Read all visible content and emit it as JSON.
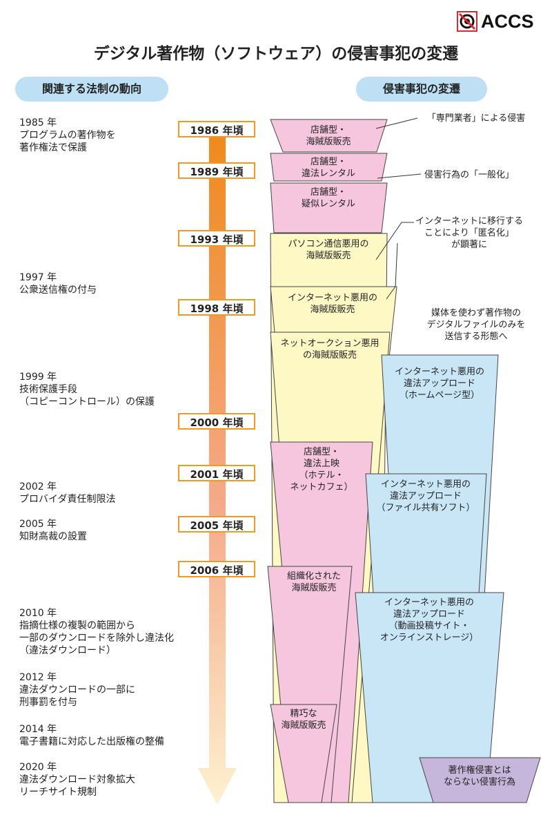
{
  "header": {
    "logo_text": "ACCS",
    "title": "デジタル著作物（ソフトウェア）の侵害事犯の変遷"
  },
  "columns": {
    "left_heading": "関連する法制の動向",
    "right_heading": "侵害事犯の変遷"
  },
  "laws": [
    {
      "year": "1985 年",
      "lines": [
        "プログラムの著作物を",
        "著作権法で保護"
      ]
    },
    {
      "year": "1997 年",
      "lines": [
        "公衆送信権の付与"
      ]
    },
    {
      "year": "1999 年",
      "lines": [
        "技術保護手段",
        "（コピーコントロール）の保護"
      ]
    },
    {
      "year": "2002 年",
      "lines": [
        "プロバイダ責任制限法"
      ]
    },
    {
      "year": "2005 年",
      "lines": [
        "知財高裁の設置"
      ]
    },
    {
      "year": "2010 年",
      "lines": [
        "指摘仕様の複製の範囲から",
        "一部のダウンロードを除外し違法化",
        "（違法ダウンロード）"
      ]
    },
    {
      "year": "2012 年",
      "lines": [
        "違法ダウンロードの一部に",
        "刑事罰を付与"
      ]
    },
    {
      "year": "2014 年",
      "lines": [
        "電子書籍に対応した出版権の整備"
      ]
    },
    {
      "year": "2020 年",
      "lines": [
        "違法ダウンロード対象拡大",
        "リーチサイト規制"
      ]
    }
  ],
  "timeline_years": [
    "1986 年頃",
    "1989 年頃",
    "1993 年頃",
    "1998 年頃",
    "2000 年頃",
    "2001 年頃",
    "2005 年頃",
    "2006 年頃"
  ],
  "infringements": [
    {
      "lines": [
        "店舗型・",
        "海賊版販売"
      ],
      "color": "#f5c6dd"
    },
    {
      "lines": [
        "店舗型・",
        "違法レンタル"
      ],
      "color": "#f5c6dd"
    },
    {
      "lines": [
        "店舗型・",
        "疑似レンタル"
      ],
      "color": "#f5c6dd"
    },
    {
      "lines": [
        "パソコン通信悪用の",
        "海賊版販売"
      ],
      "color": "#fdf8c4"
    },
    {
      "lines": [
        "インターネット悪用の",
        "海賊版販売"
      ],
      "color": "#fdf8c4"
    },
    {
      "lines": [
        "ネットオークション悪用",
        "の海賊版販売"
      ],
      "color": "#fdf8c4"
    },
    {
      "lines": [
        "インターネット悪用の",
        "違法アップロード",
        "（ホームページ型）"
      ],
      "color": "#c9e6f7"
    },
    {
      "lines": [
        "店舗型・",
        "違法上映",
        "（ホテル・",
        "ネットカフェ）"
      ],
      "color": "#f5c6dd"
    },
    {
      "lines": [
        "インターネット悪用の",
        "違法アップロード",
        "（ファイル共有ソフト）"
      ],
      "color": "#c9e6f7"
    },
    {
      "lines": [
        "組織化された",
        "海賊版販売"
      ],
      "color": "#f5c6dd"
    },
    {
      "lines": [
        "インターネット悪用の",
        "違法アップロード",
        "（動画投稿サイト・",
        "オンラインストレージ）"
      ],
      "color": "#c9e6f7"
    },
    {
      "lines": [
        "精巧な",
        "海賊版販売"
      ],
      "color": "#f5c6dd"
    },
    {
      "lines": [
        "著作権侵害とは",
        "ならない侵害行為"
      ],
      "color": "#c7b6dc"
    }
  ],
  "notes": [
    {
      "lines": [
        "「専門業者」による侵害"
      ]
    },
    {
      "lines": [
        "侵害行為の「一般化」"
      ]
    },
    {
      "lines": [
        "インターネットに移行する",
        "ことにより「匿名化」",
        "が顕著に"
      ]
    },
    {
      "lines": [
        "媒体を使わず著作物の",
        "デジタルファイルのみを",
        "送信する形態へ"
      ]
    }
  ],
  "colors": {
    "arrow_top": "#f08a1c",
    "arrow_bottom": "#fdf1cf",
    "year_border": "#f39a1e",
    "pill_bg": "#bde0f5",
    "logo_red": "#e0282c"
  }
}
